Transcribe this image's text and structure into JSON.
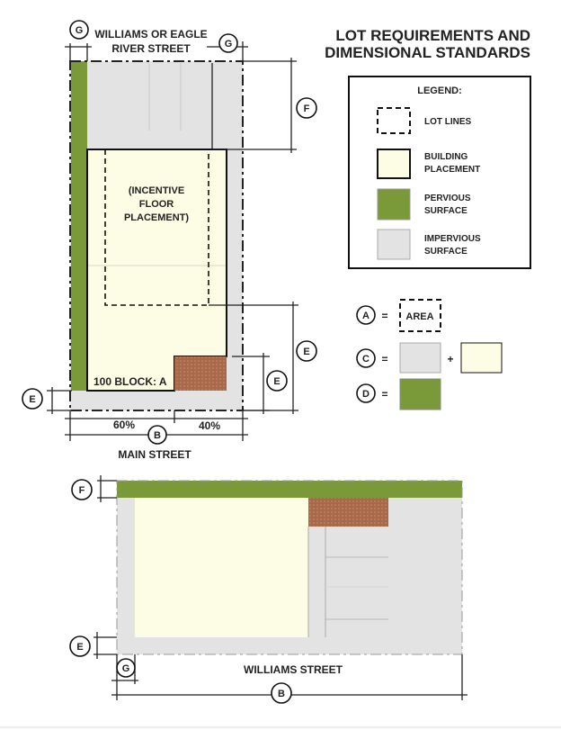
{
  "title": {
    "line1": "LOT REQUIREMENTS AND",
    "line2": "DIMENSIONAL STANDARDS"
  },
  "colors": {
    "pervious": "#7a9a3a",
    "impervious": "#e3e3e3",
    "building": "#fdfde6",
    "brick": "#a8684a"
  },
  "top_plan": {
    "street_top_1": "WILLIAMS OR EAGLE",
    "street_top_2": "RIVER STREET",
    "street_bottom": "MAIN STREET",
    "incentive_1": "(INCENTIVE",
    "incentive_2": "FLOOR",
    "incentive_3": "PLACEMENT)",
    "block_label": "100 BLOCK: A",
    "pct_left": "60%",
    "pct_right": "40%",
    "markers": {
      "g": "G",
      "f": "F",
      "e": "E",
      "b": "B"
    }
  },
  "legend": {
    "title": "LEGEND:",
    "lot_lines": "LOT LINES",
    "building_1": "BUILDING",
    "building_2": "PLACEMENT",
    "pervious_1": "PERVIOUS",
    "pervious_2": "SURFACE",
    "impervious_1": "IMPERVIOUS",
    "impervious_2": "SURFACE"
  },
  "key": {
    "a": "A",
    "c": "C",
    "d": "D",
    "eq": "=",
    "plus": "+",
    "area": "AREA"
  },
  "bottom_plan": {
    "street": "WILLIAMS STREET",
    "markers": {
      "f": "F",
      "e": "E",
      "g": "G",
      "b": "B"
    }
  }
}
